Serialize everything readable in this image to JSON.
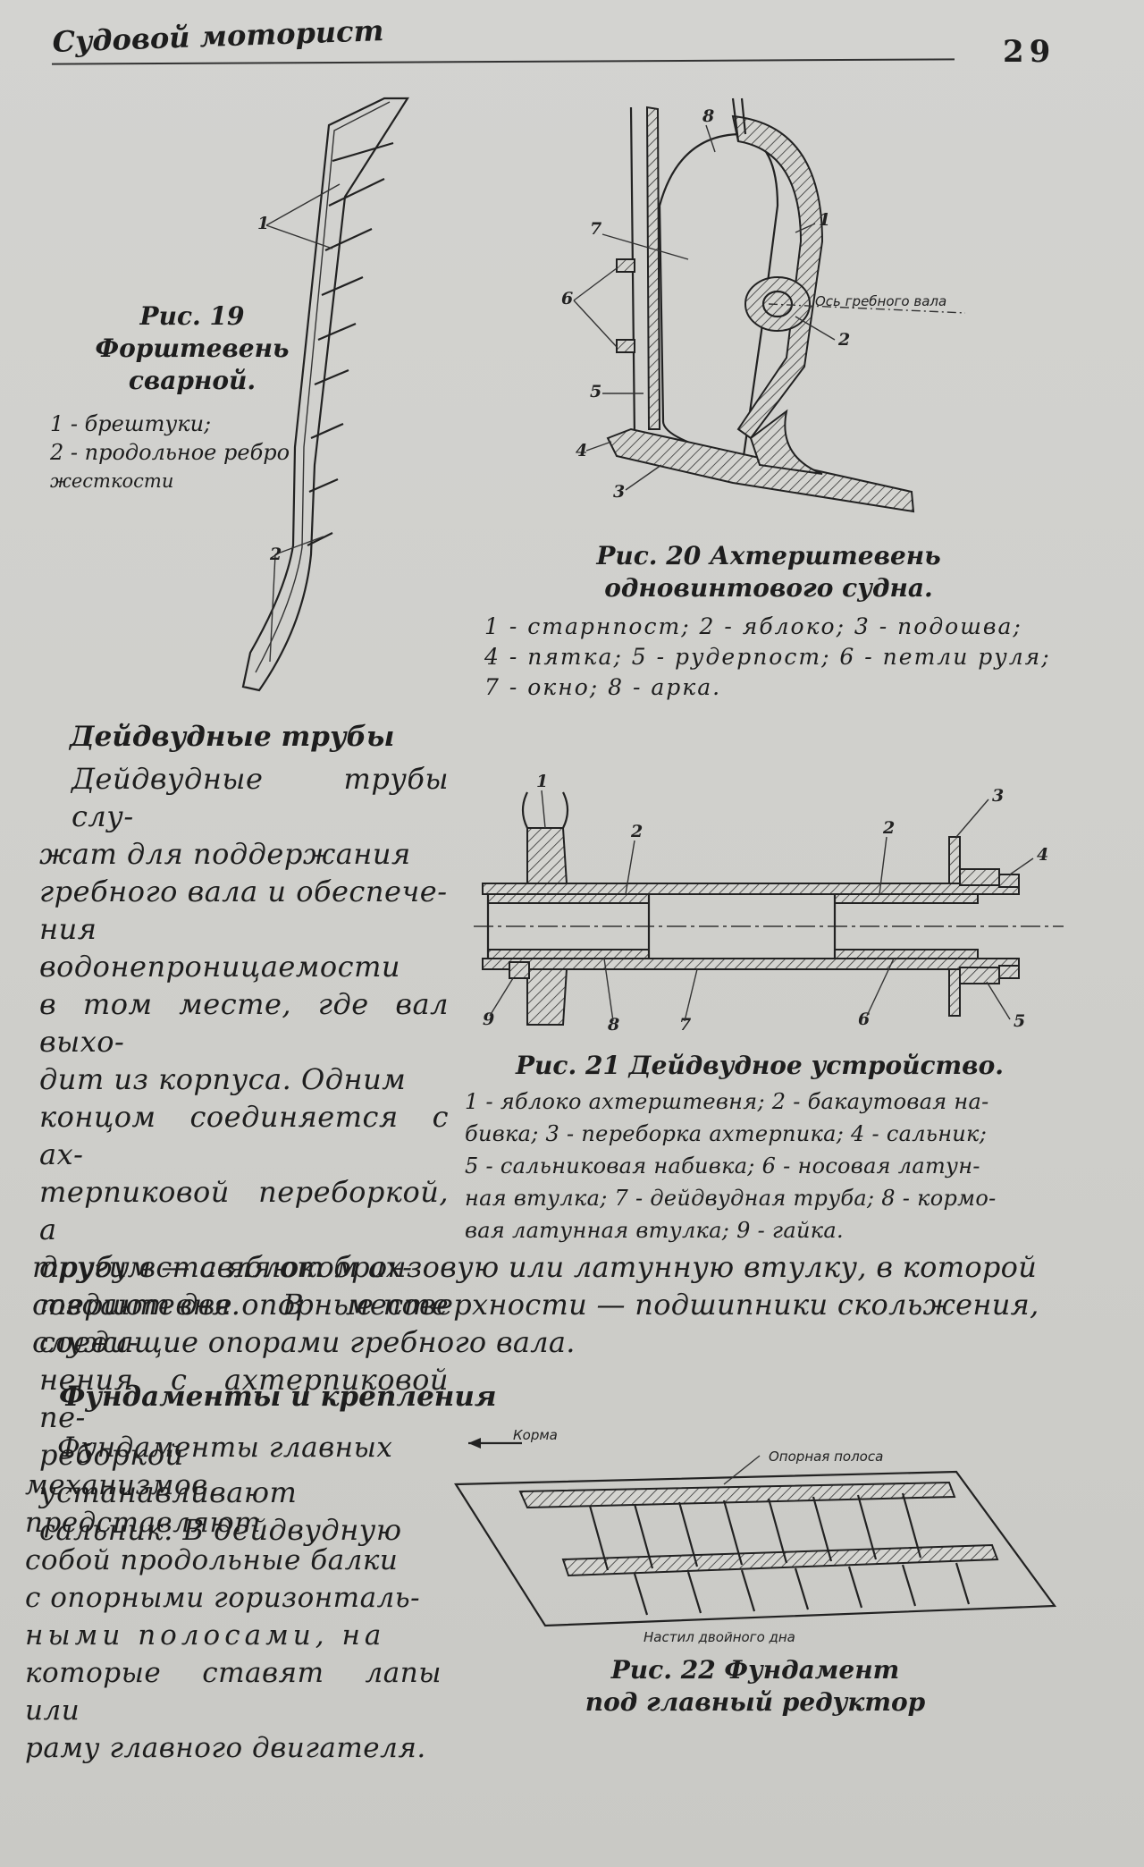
{
  "header": {
    "running_title": "Судовой моторист",
    "page_number": "29"
  },
  "figure19": {
    "title_line1": "Рис. 19",
    "title_line2": "Форштевень",
    "title_line3": "сварной.",
    "legend": [
      "1 - брештуки;",
      "2 - продольное ребро",
      "жесткости"
    ],
    "callouts": [
      "1",
      "2"
    ]
  },
  "figure20": {
    "title_line1": "Рис. 20 Ахтерштевень",
    "title_line2": "одновинтового судна.",
    "legend": [
      "1 - старнпост; 2 - яблоко; 3 - подошва;",
      "4 - пятка; 5 - рудерпост; 6 - петли руля;",
      "7 - окно; 8 - арка."
    ],
    "callouts": [
      "1",
      "2",
      "3",
      "4",
      "5",
      "6",
      "7",
      "8"
    ],
    "annotation": "Ось гребного вала"
  },
  "section1": {
    "heading": "Дейдвудные трубы",
    "lines": [
      "Дейдвудные трубы слу-",
      "жат для поддержания",
      "гребного вала и обеспече-",
      "ния водонепроницаемости",
      "в том месте, где вал выхо-",
      "дит из корпуса. Одним",
      "концом соединяется с ах-",
      "терпиковой переборкой, а",
      "другим — с яблоком ах-",
      "терштевня. В месте соеди-",
      "нения с ахтерпиковой пе-",
      "реборкой устанавливают",
      "сальник. В дейдвудную"
    ],
    "full_lines": [
      "трубу вставляют бронзовую или латунную втулку, в которой",
      "создают две опорные поверхности — подшипники скольжения,",
      "служащие опорами гребного вала."
    ]
  },
  "figure21": {
    "title": "Рис. 21 Дейдвудное устройство.",
    "legend": [
      "1 - яблоко ахтерштевня; 2 - бакаутовая на-",
      "бивка; 3 - переборка ахтерпика; 4 - сальник;",
      "5 - сальниковая набивка; 6 - носовая латун-",
      "ная втулка; 7 - дейдвудная труба; 8 - кормо-",
      "вая латунная втулка; 9 - гайка."
    ],
    "callouts": [
      "1",
      "2",
      "2",
      "3",
      "4",
      "5",
      "6",
      "7",
      "8",
      "9"
    ]
  },
  "section2": {
    "heading": "Фундаменты и крепления",
    "lines": [
      "Фундаменты главных",
      "механизмов представляют",
      "собой продольные балки",
      "с опорными горизонталь-",
      "ными полосами, на",
      "которые ставят лапы или",
      "раму главного двигателя."
    ]
  },
  "figure22": {
    "title_line1": "Рис. 22 Фундамент",
    "title_line2": "под главный редуктор",
    "annotations": [
      "Корма",
      "Опорная полоса",
      "Настил двойного дна"
    ]
  },
  "colors": {
    "paper": "#cfcfcc",
    "ink": "#1d1d1d"
  }
}
